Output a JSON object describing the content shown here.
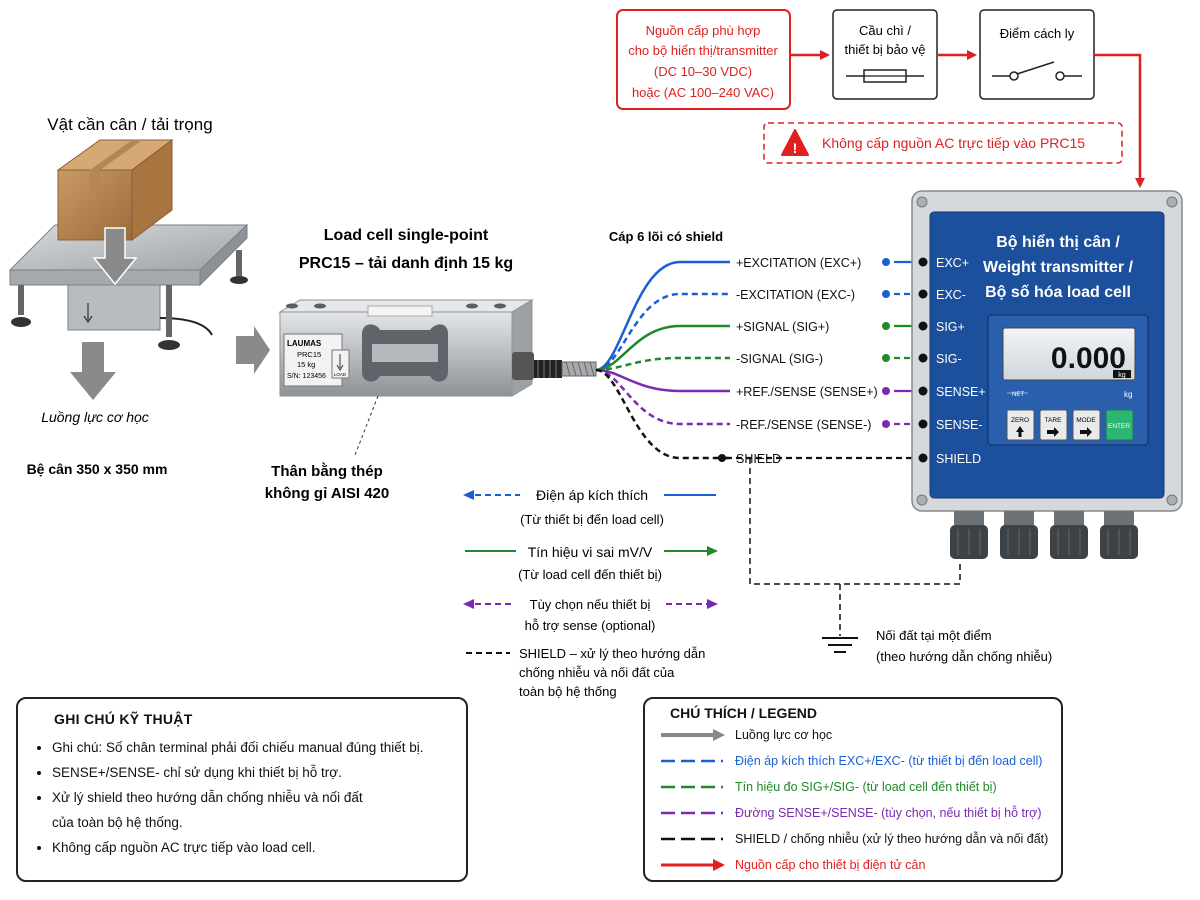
{
  "supply": {
    "title_lines": [
      "Nguồn cấp phù hợp",
      "cho bộ hiển thị/transmitter",
      "(DC 10–30 VDC)",
      "hoặc (AC 100–240 VAC)"
    ],
    "fuse_lines": [
      "Cầu chì /",
      "thiết bị bảo vệ"
    ],
    "isolator_label": "Điểm cách ly",
    "warning": "Không cấp nguồn AC trực tiếp vào PRC15"
  },
  "platform": {
    "title": "Vật cần cân / tải trọng",
    "force_caption": "Luồng lực cơ học",
    "base_label": "Bệ cân 350 x 350 mm"
  },
  "loadcell": {
    "title_lines": [
      "Load cell single-point",
      "PRC15 – tải danh định 15 kg"
    ],
    "plate_lines": [
      "LAUMAS",
      "PRC15",
      "15 kg",
      "S/N: 123456"
    ],
    "plate_small": "LOAD",
    "body_lines": [
      "Thân bằng thép",
      "không gỉ AISI 420"
    ]
  },
  "cable": {
    "title": "Cáp 6 lõi có shield",
    "wires": [
      {
        "label": "+EXCITATION (EXC+)",
        "color": "#1a5fd6",
        "dashed": false,
        "terminal": "EXC+"
      },
      {
        "label": "-EXCITATION (EXC-)",
        "color": "#1a5fd6",
        "dashed": true,
        "terminal": "EXC-"
      },
      {
        "label": "+SIGNAL (SIG+)",
        "color": "#1f8a2a",
        "dashed": false,
        "terminal": "SIG+"
      },
      {
        "label": "-SIGNAL (SIG-)",
        "color": "#1f8a2a",
        "dashed": true,
        "terminal": "SIG-"
      },
      {
        "label": "+REF./SENSE (SENSE+)",
        "color": "#7a2ab0",
        "dashed": false,
        "terminal": "SENSE+"
      },
      {
        "label": "-REF./SENSE (SENSE-)",
        "color": "#7a2ab0",
        "dashed": true,
        "terminal": "SENSE-"
      },
      {
        "label": "SHIELD",
        "color": "#111111",
        "dashed": true,
        "terminal": "SHIELD"
      }
    ]
  },
  "transmitter": {
    "title_lines": [
      "Bộ hiển thị cân /",
      "Weight transmitter /",
      "Bộ số hóa load cell"
    ],
    "display_value": "0.000",
    "unit": "kg",
    "net_label": "NET",
    "unit_small": "kg",
    "buttons": [
      {
        "label": "ZERO",
        "glyph": "🡑"
      },
      {
        "label": "TARE",
        "glyph": "➔"
      },
      {
        "label": "MODE",
        "glyph": "➔"
      },
      {
        "label": "ENTER",
        "glyph": ""
      }
    ],
    "panel_color": "#1c4f9c",
    "enter_color": "#2bb673"
  },
  "ground": {
    "lines": [
      "Nối đất tại một điểm",
      "(theo hướng dẫn chống nhiễu)"
    ]
  },
  "flows": [
    {
      "lines": [
        "Điện áp kích thích",
        "(Từ thiết bị đến load cell)"
      ],
      "color": "#1a5fd6"
    },
    {
      "lines": [
        "Tín hiệu vi sai mV/V",
        "(Từ load cell đến thiết bị)"
      ],
      "color": "#1f8a2a"
    },
    {
      "lines": [
        "Tùy chọn nếu thiết bị",
        "hỗ trợ sense (optional)"
      ],
      "color": "#7a2ab0"
    },
    {
      "lines": [
        "SHIELD – xử lý theo hướng dẫn",
        "chống nhiễu và nối đất của",
        "toàn bộ hệ thống"
      ],
      "color": "#111111"
    }
  ],
  "notes": {
    "title": "GHI CHÚ KỸ THUẬT",
    "items": [
      "Ghi chú: Số chân terminal phải đối chiếu manual đúng thiết bị.",
      "SENSE+/SENSE- chỉ sử dụng khi thiết bị hỗ trợ.",
      "Xử lý shield theo hướng dẫn chống nhiễu và nối đất",
      "của toàn bộ hệ thống.",
      "Không cấp nguồn AC trực tiếp vào load cell."
    ]
  },
  "legend": {
    "title": "CHÚ THÍCH / LEGEND",
    "items": [
      {
        "label": "Luồng lực cơ học",
        "color": "#888888"
      },
      {
        "label": "Điện áp kích thích EXC+/EXC- (từ thiết bị đến load cell)",
        "color": "#1a5fd6"
      },
      {
        "label": "Tín hiệu đo SIG+/SIG- (từ load cell đến thiết bị)",
        "color": "#1f8a2a"
      },
      {
        "label": "Đường SENSE+/SENSE- (tùy chọn, nếu thiết bị hỗ trợ)",
        "color": "#7a2ab0"
      },
      {
        "label": "SHIELD / chống nhiễu (xử lý theo hướng dẫn và nối đất)",
        "color": "#111111"
      },
      {
        "label": "Nguồn cấp cho thiết bị điện tử cân",
        "color": "#e02020"
      }
    ]
  }
}
